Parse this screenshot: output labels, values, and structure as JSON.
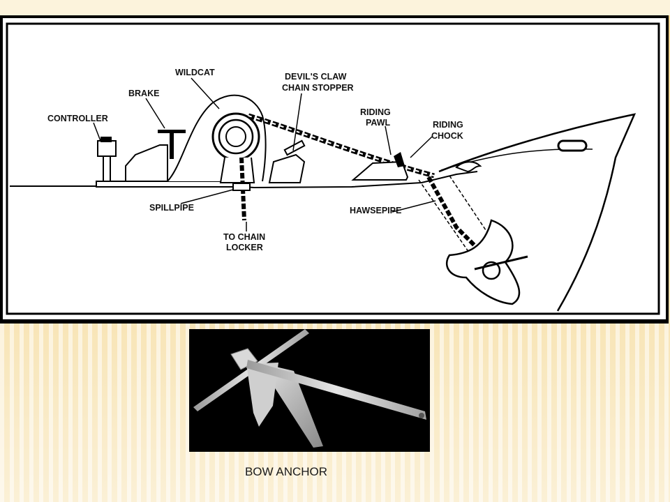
{
  "diagram": {
    "labels": {
      "controller": "CONTROLLER",
      "brake": "BRAKE",
      "wildcat": "WILDCAT",
      "devils_claw_1": "DEVIL'S CLAW",
      "devils_claw_2": "CHAIN STOPPER",
      "riding_pawl_1": "RIDING",
      "riding_pawl_2": "PAWL",
      "riding_chock_1": "RIDING",
      "riding_chock_2": "CHOCK",
      "spillpipe": "SPILLPIPE",
      "to_chain_locker_1": "TO CHAIN",
      "to_chain_locker_2": "LOCKER",
      "hawsepipe": "HAWSEPIPE"
    }
  },
  "photo": {
    "caption": "BOW ANCHOR"
  }
}
